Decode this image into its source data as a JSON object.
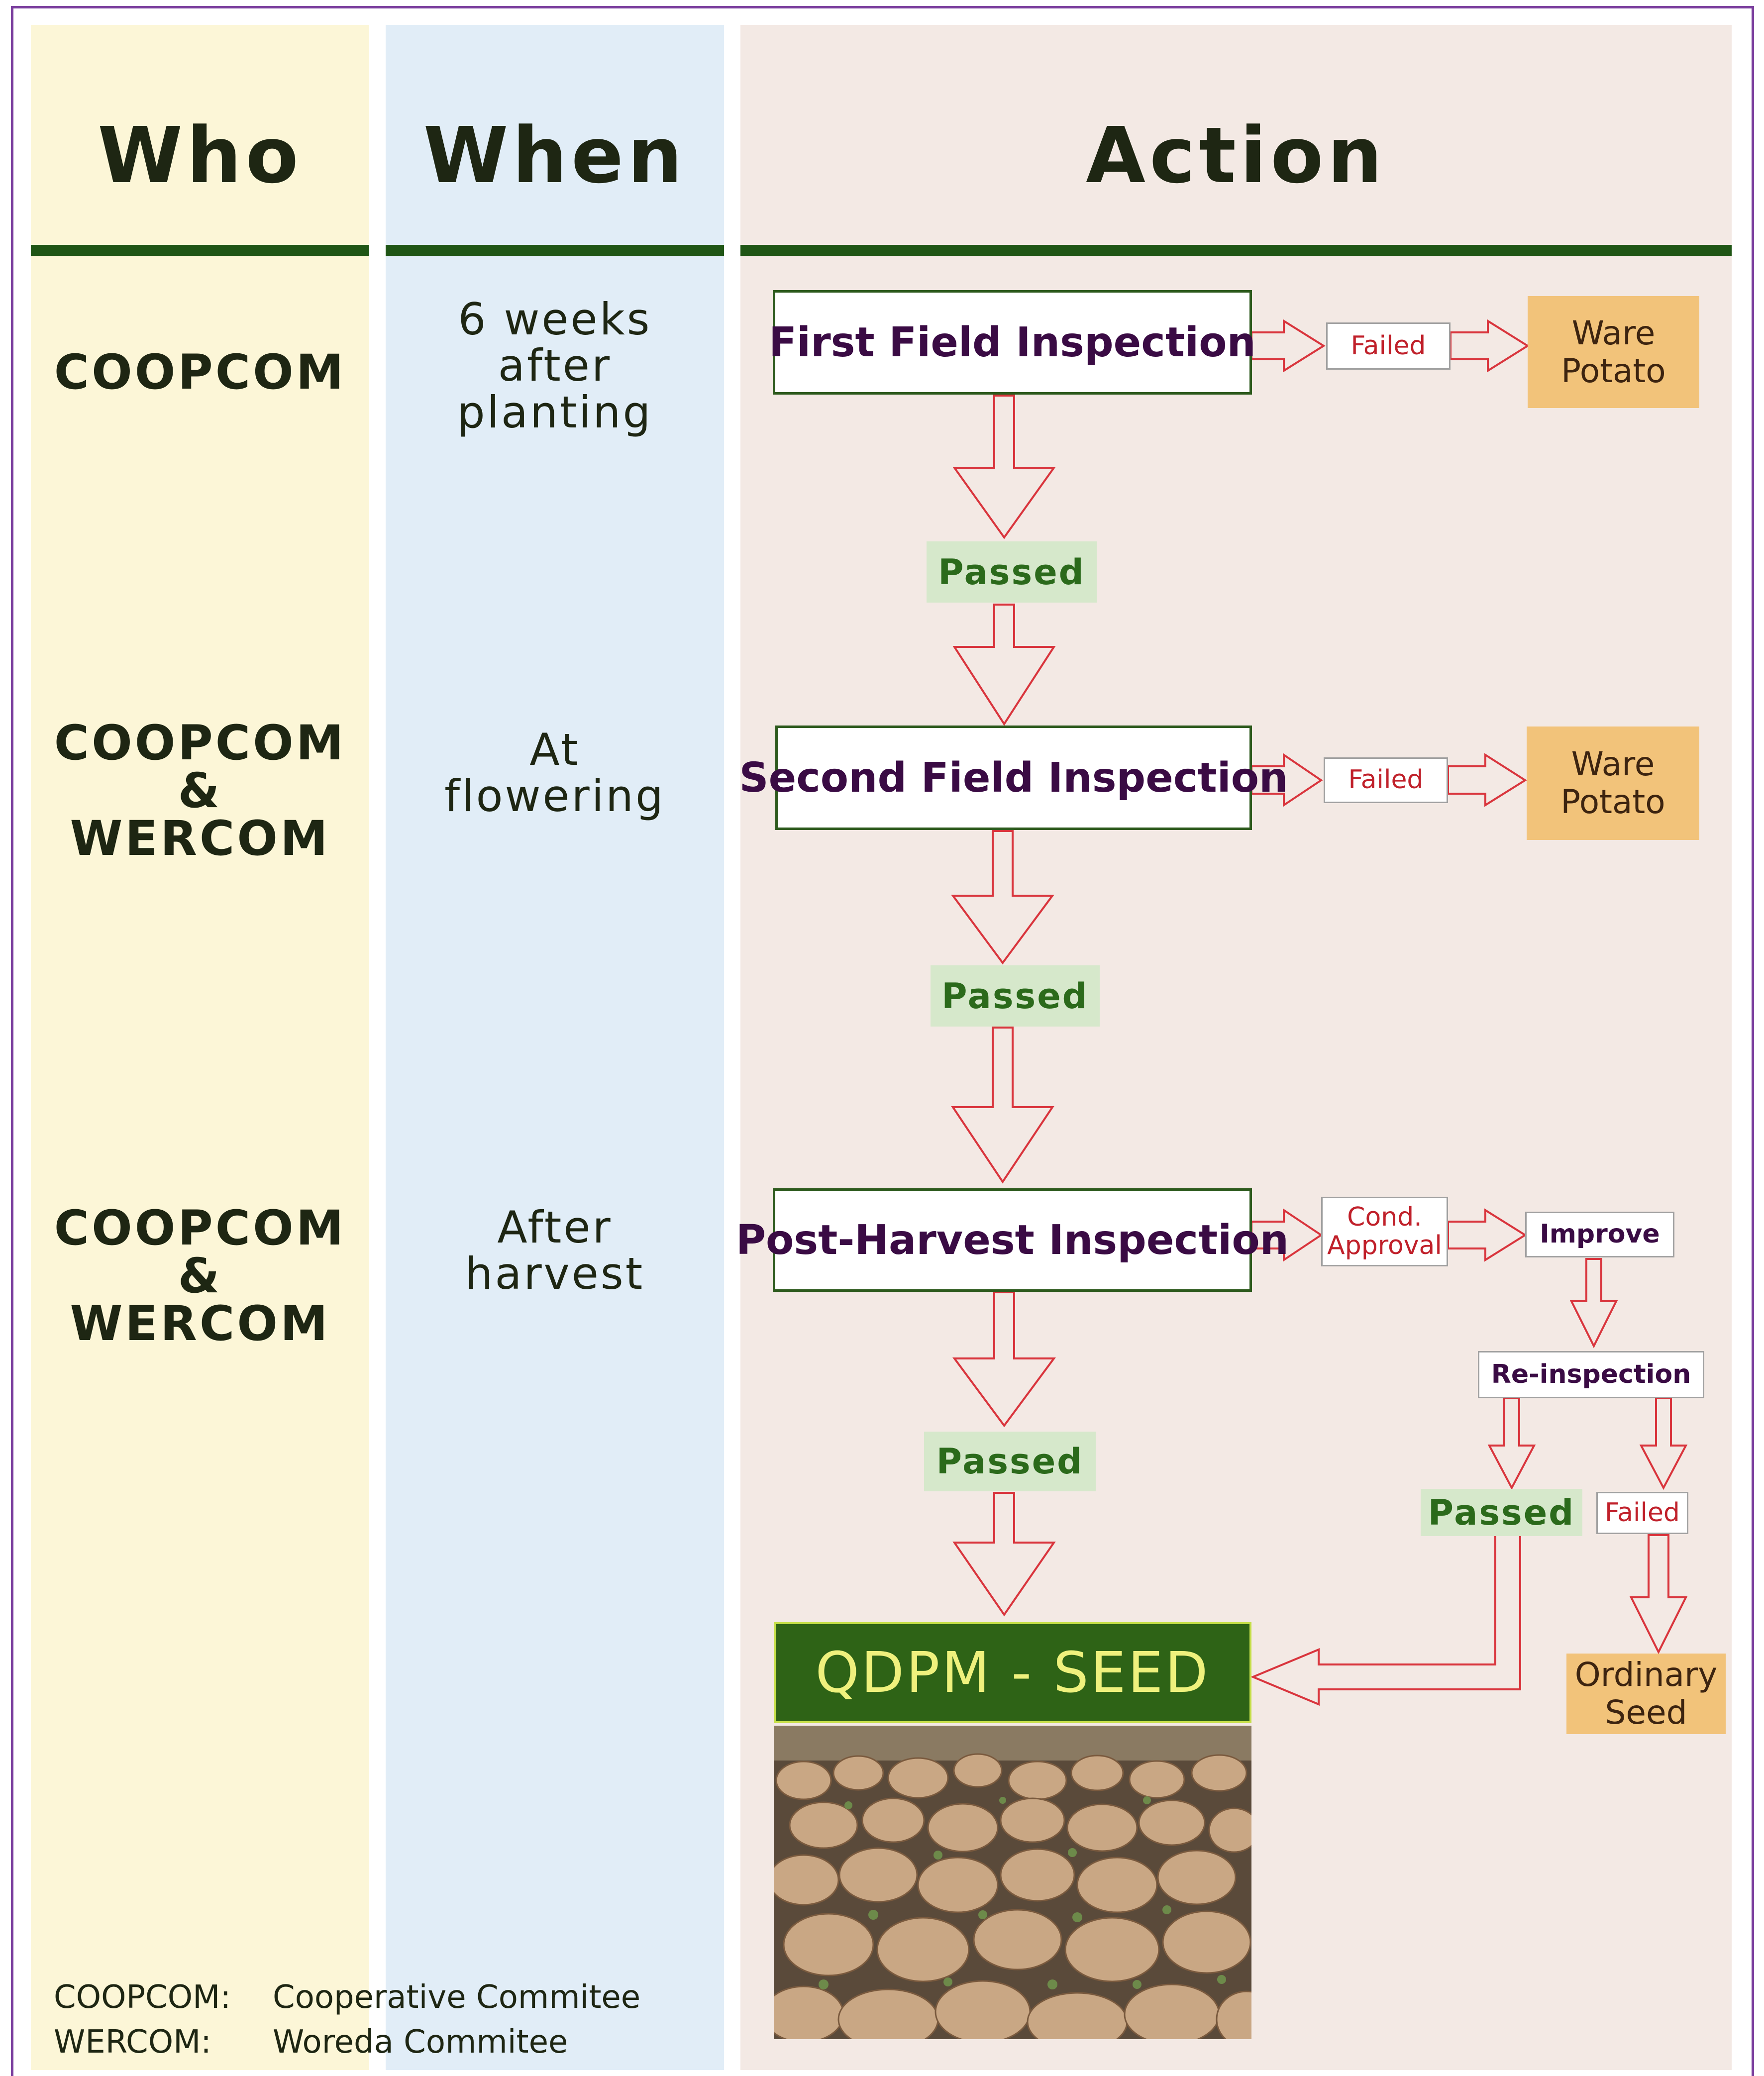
{
  "columns": {
    "who": "Who",
    "when": "When",
    "action": "Action"
  },
  "rows": [
    {
      "who": [
        "COOPCOM"
      ],
      "when": [
        "6 weeks",
        "after",
        "planting"
      ]
    },
    {
      "who": [
        "COOPCOM",
        "&",
        "WERCOM"
      ],
      "when": [
        "At",
        "flowering"
      ]
    },
    {
      "who": [
        "COOPCOM",
        "&",
        "WERCOM"
      ],
      "when": [
        "After",
        "harvest"
      ]
    }
  ],
  "inspections": {
    "first": "First Field Inspection",
    "second": "Second Field Inspection",
    "post_harvest": "Post-Harvest Inspection"
  },
  "outcomes": {
    "failed": "Failed",
    "passed": "Passed",
    "ware_potato": [
      "Ware",
      "Potato"
    ],
    "cond_approval": [
      "Cond.",
      "Approval"
    ],
    "improve": "Improve",
    "reinspection": "Re-inspection",
    "ordinary_seed": [
      "Ordinary",
      "Seed"
    ]
  },
  "result": "QDPM - SEED",
  "legend": [
    {
      "abbr": "COOPCOM:",
      "text": "Cooperative Commitee"
    },
    {
      "abbr": "WERCOM:",
      "text": "Woreda Commitee"
    }
  ],
  "colors": {
    "accent_green": "#1f5515",
    "arrow_red": "#d9353d",
    "orange_box": "#f2c37a",
    "passed_bg": "#d6e8cb",
    "frame_purple": "#7b3f9e"
  },
  "icons": {
    "photo": "potato-tubers-photo"
  }
}
